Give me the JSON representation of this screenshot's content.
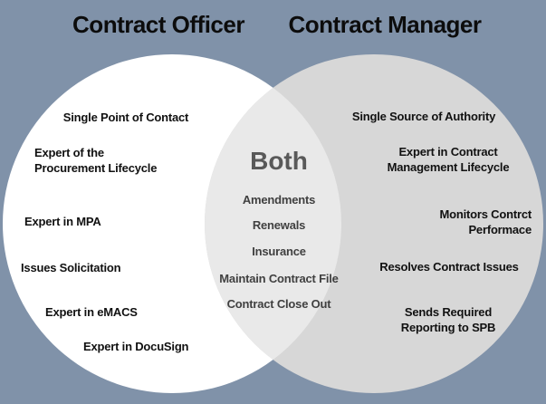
{
  "venn": {
    "left_title": "Contract Officer",
    "right_title": "Contract Manager",
    "center_title": "Both",
    "left_items": [
      "Single Point of Contact",
      "Expert of the\nProcurement Lifecycle",
      "Expert in MPA",
      "Issues Solicitation",
      "Expert in eMACS",
      "Expert in DocuSign"
    ],
    "center_items": [
      "Amendments",
      "Renewals",
      "Insurance",
      "Maintain Contract File",
      "Contract Close Out"
    ],
    "right_items": [
      "Single Source of Authority",
      "Expert in Contract\nManagement Lifecycle",
      "Monitors Contrct\nPerformace",
      "Resolves Contract Issues",
      "Sends Required\nReporting to SPB"
    ]
  },
  "colors": {
    "background": "#8092a9",
    "left_circle": "#ffffff",
    "right_circle": "#d7d7d7",
    "overlap": "#e9e9e9",
    "title_text": "#0c0c0c",
    "item_text": "#111111",
    "both_title_text": "#595959",
    "center_item_text": "#404040"
  }
}
